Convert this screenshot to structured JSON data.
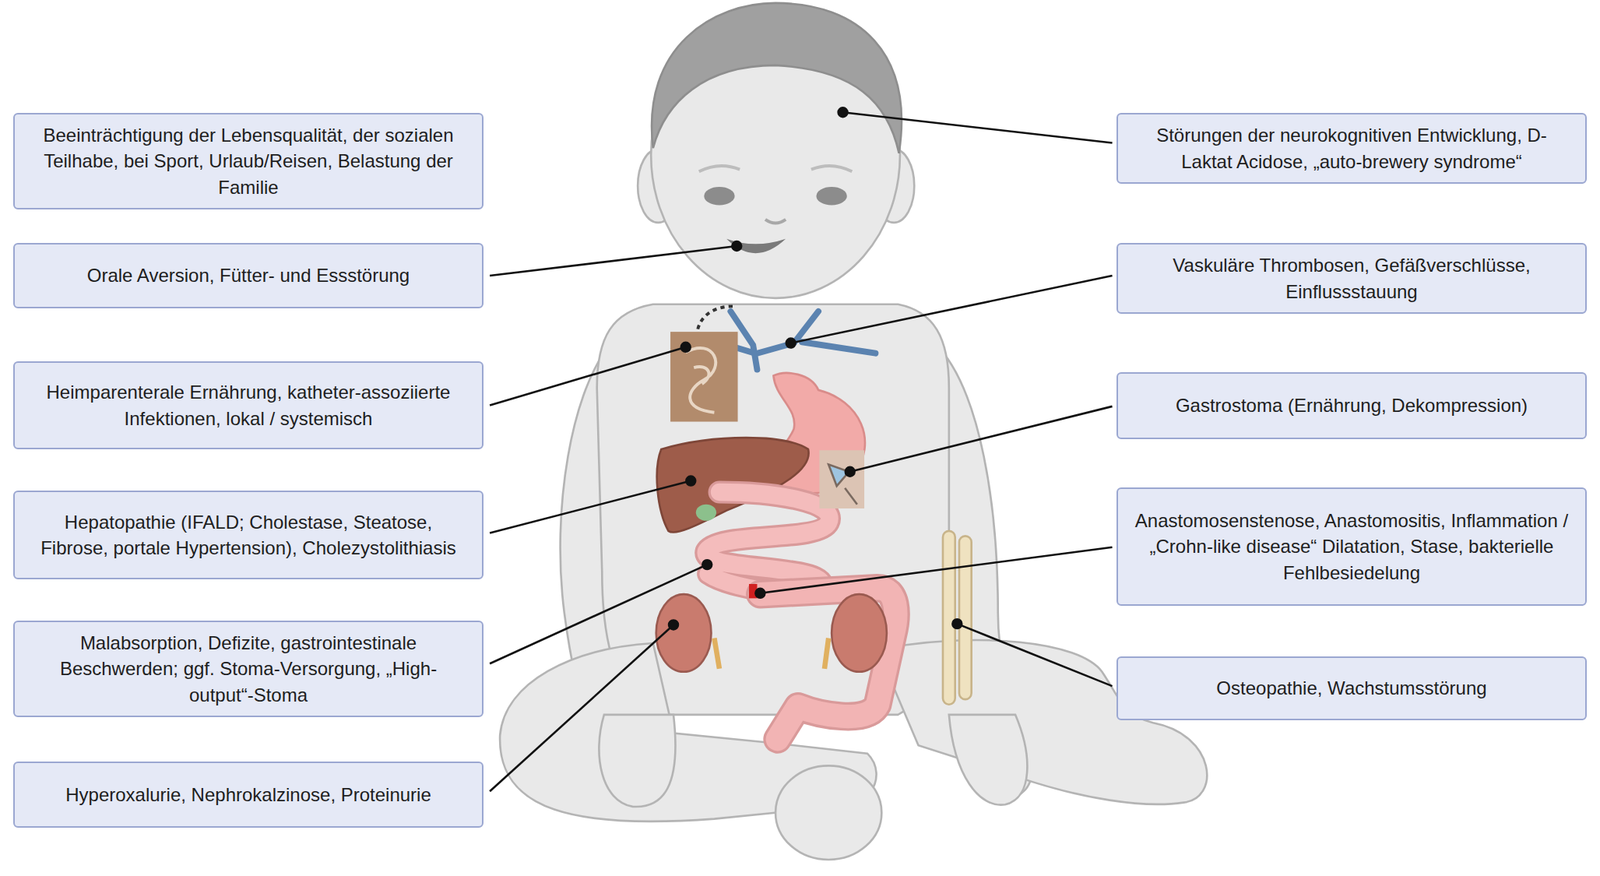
{
  "diagram": {
    "nodes": [
      {
        "text": [
          "Beeinträchtigung der Lebensqualität, der sozialen Teilhabe, bei Sport, Urlaub/Reisen, Belastung der Familie"
        ]
      },
      {
        "text": [
          "Störungen der neurokognitiven Entwicklung, D-Laktat Acidose, „auto-brewery syndrome“"
        ]
      },
      {
        "text": [
          "Orale Aversion, Fütter- und Essstörung"
        ]
      },
      {
        "text": [
          "Vaskuläre Thrombosen, Gefäßverschlüsse, Einflussstauung"
        ]
      },
      {
        "text": [
          "Heimparenterale Ernährung, katheter-assoziierte Infektionen, lokal / systemisch"
        ]
      },
      {
        "text": [
          "Gastrostoma (Ernährung, Dekompression)"
        ]
      },
      {
        "text": [
          "Hepatopathie (IFALD; Cholestase, Steatose, Fibrose, portale Hypertension), Cholezystolithiasis"
        ]
      },
      {
        "text": [
          "Anastomosenstenose, Anastomositis, Inflammation / „Crohn-like disease“ Dilatation, Stase, bakterielle Fehlbesiedelung"
        ]
      },
      {
        "text": [
          "Malabsorption, Defizite, gastrointestinale Beschwerden; ggf. Stoma-Versorgung, „High-output“-Stoma"
        ]
      },
      {
        "text": [
          "Osteopathie, Wachstumsstörung"
        ]
      },
      {
        "text": [
          "Hyperoxalurie, Nephrokalzinose, Proteinurie"
        ]
      }
    ]
  }
}
